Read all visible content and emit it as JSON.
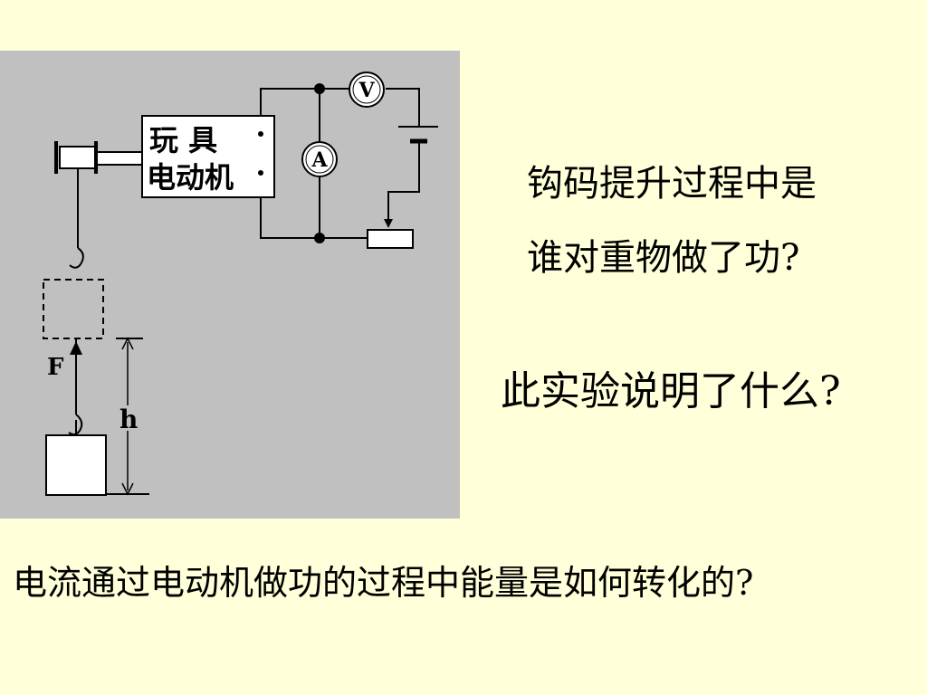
{
  "diagram": {
    "motor_label_line1": "玩 具",
    "motor_label_line2": "电动机",
    "voltmeter_symbol": "V",
    "ammeter_symbol": "A",
    "force_label": "F",
    "height_label": "h",
    "colors": {
      "panel_background": "#c0c0c0",
      "line": "#000000",
      "fill_white": "#ffffff"
    }
  },
  "questions": {
    "q1": "钩码提升过程中是",
    "q2": "谁对重物做了功?",
    "q3": "此实验说明了什么?",
    "q4": "电流通过电动机做功的过程中能量是如何转化的?"
  },
  "page_background": "#ffffd9"
}
